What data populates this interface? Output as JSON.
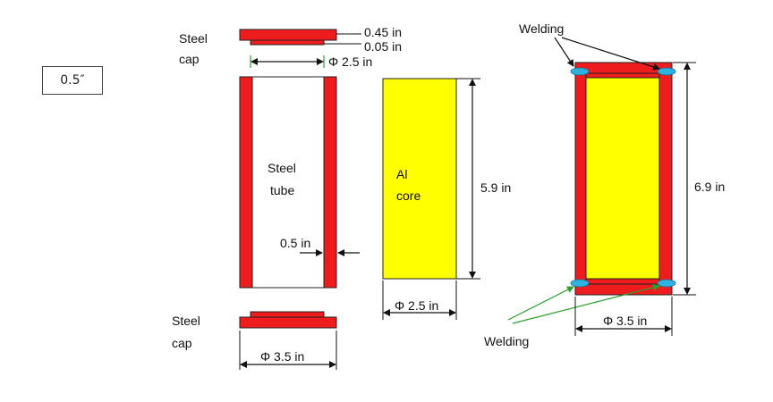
{
  "size_box": "0.5″",
  "colors": {
    "steel": "#ee1c1c",
    "aluminum": "#ffff00",
    "weld": "#2fb2e0",
    "outline": "#222222",
    "weld_arrow_bottom": "#2e9e2e"
  },
  "top_cap": {
    "label_line1": "Steel",
    "label_line2": "cap",
    "thickness_label": "0.45 in",
    "lip_label": "0.05 in",
    "diameter_label": "Φ 2.5 in"
  },
  "tube": {
    "label_line1": "Steel",
    "label_line2": "tube",
    "wall_label": "0.5 in"
  },
  "core": {
    "label_line1": "Al",
    "label_line2": "core",
    "height_label": "5.9 in",
    "diameter_label": "Φ 2.5 in"
  },
  "bottom_cap": {
    "label_line1": "Steel",
    "label_line2": "cap",
    "diameter_label": "Φ 3.5 in"
  },
  "assembly": {
    "weld_top_label": "Welding",
    "weld_bottom_label": "Welding",
    "height_label": "6.9 in",
    "diameter_label": "Φ 3.5 in"
  }
}
